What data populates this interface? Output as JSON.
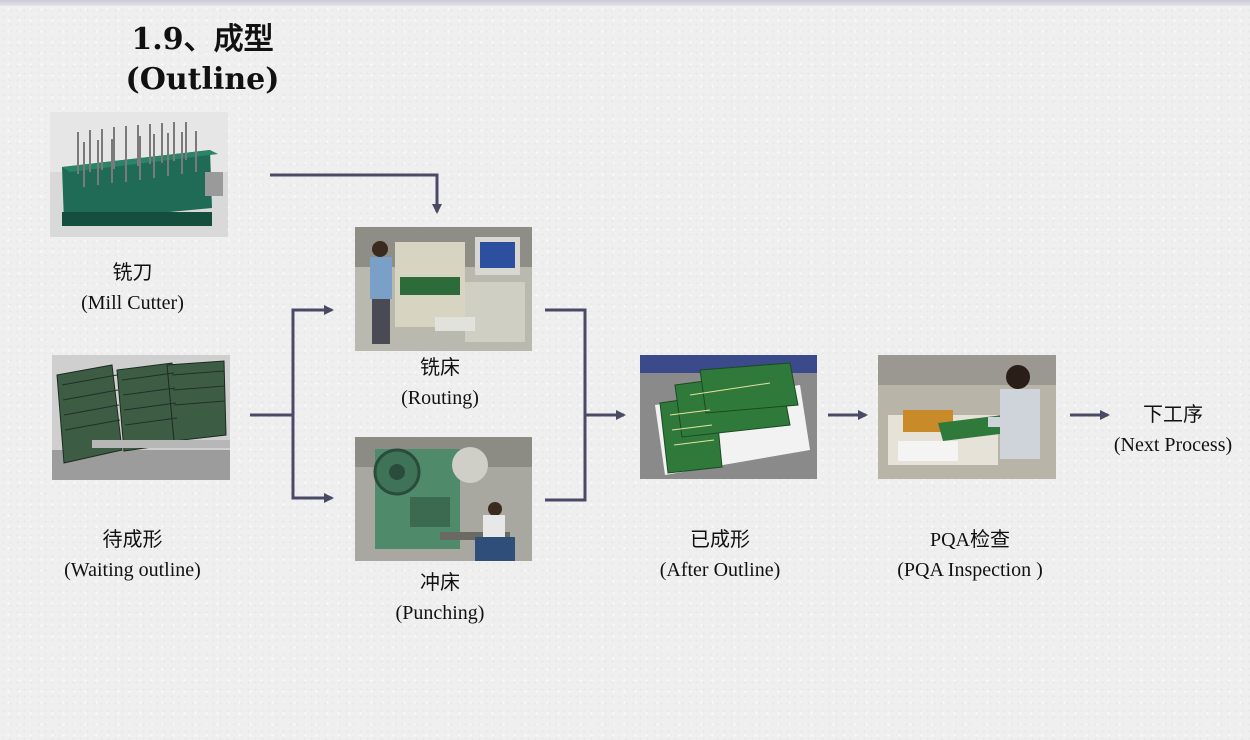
{
  "title": {
    "line1": "1.9、成型",
    "line2": "(Outline)"
  },
  "steps": {
    "mill_cutter": {
      "zh": "铣刀",
      "en": "(Mill Cutter)"
    },
    "waiting": {
      "zh": "待成形",
      "en": "(Waiting outline)"
    },
    "routing": {
      "zh": "铣床",
      "en": "(Routing)"
    },
    "punching": {
      "zh": "冲床",
      "en": "(Punching)"
    },
    "after": {
      "zh": "已成形",
      "en": "(After Outline)"
    },
    "pqa": {
      "zh": "PQA检查",
      "en": "(PQA Inspection )"
    },
    "next": {
      "zh": "下工序",
      "en": "(Next Process)"
    }
  },
  "colors": {
    "arrow": "#4a4a66",
    "pcb_green": "#2f7a3a",
    "tray_green": "#1f6b55"
  }
}
